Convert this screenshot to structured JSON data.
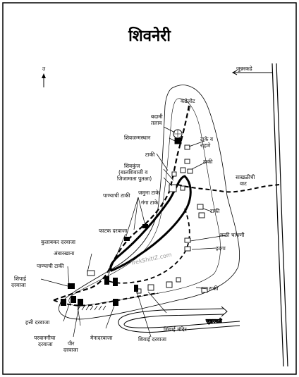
{
  "title": "शिवनेरी",
  "north_label": "उ",
  "watermark": "TrekShitiZ.com",
  "roads": {
    "top": "जुन्नरकडे",
    "bottom": "जुन्नरकडे",
    "sakhali": "साखळीची\nवाट"
  },
  "labels": {
    "kadelot": "कडेलोट",
    "badami_talav": "बदामी\nतलाव",
    "shivjanmasthan": "शिवजन्मस्थान",
    "tanki_1": "टाकी",
    "taki_rahane": "टाके व\nराहणे",
    "tanki_2": "टाकी",
    "shivkunj": "शिवकुंज\n(बालशिवाजी व\nजिजामाता पुतळा)",
    "jamuna_tank": "जमुना टाके",
    "ganga_tank": "गंगा टाके",
    "tanki_3": "टाकी",
    "panyachi_taki_1": "पाण्याची टाकी",
    "phatak_darwaja": "फाटक दरवाजा",
    "kulabkar_darwaja": "कुलाबकर दरवाजा",
    "ambarkhana": "अंबारखाना",
    "panyachi_taki_2": "पाण्याची टाकी",
    "kali_chandni": "कळी चांधणी",
    "idgah": "इदगा",
    "shipai_darwaja": "शिपाई\nदरवाजा",
    "tanki_4": "टाकी",
    "hathi_darwaja": "हत्ती दरवाजा",
    "paraganyacha_darwaja": "परवानगीचा\nदरवाजा",
    "pir_darwaja": "पीर\nदरवाजा",
    "mena_darwaja": "मेनादरवाजा",
    "shivai_darwaja": "शिवाई दरवाजा",
    "shivai_mandir": "शिवाई मंदिर"
  }
}
